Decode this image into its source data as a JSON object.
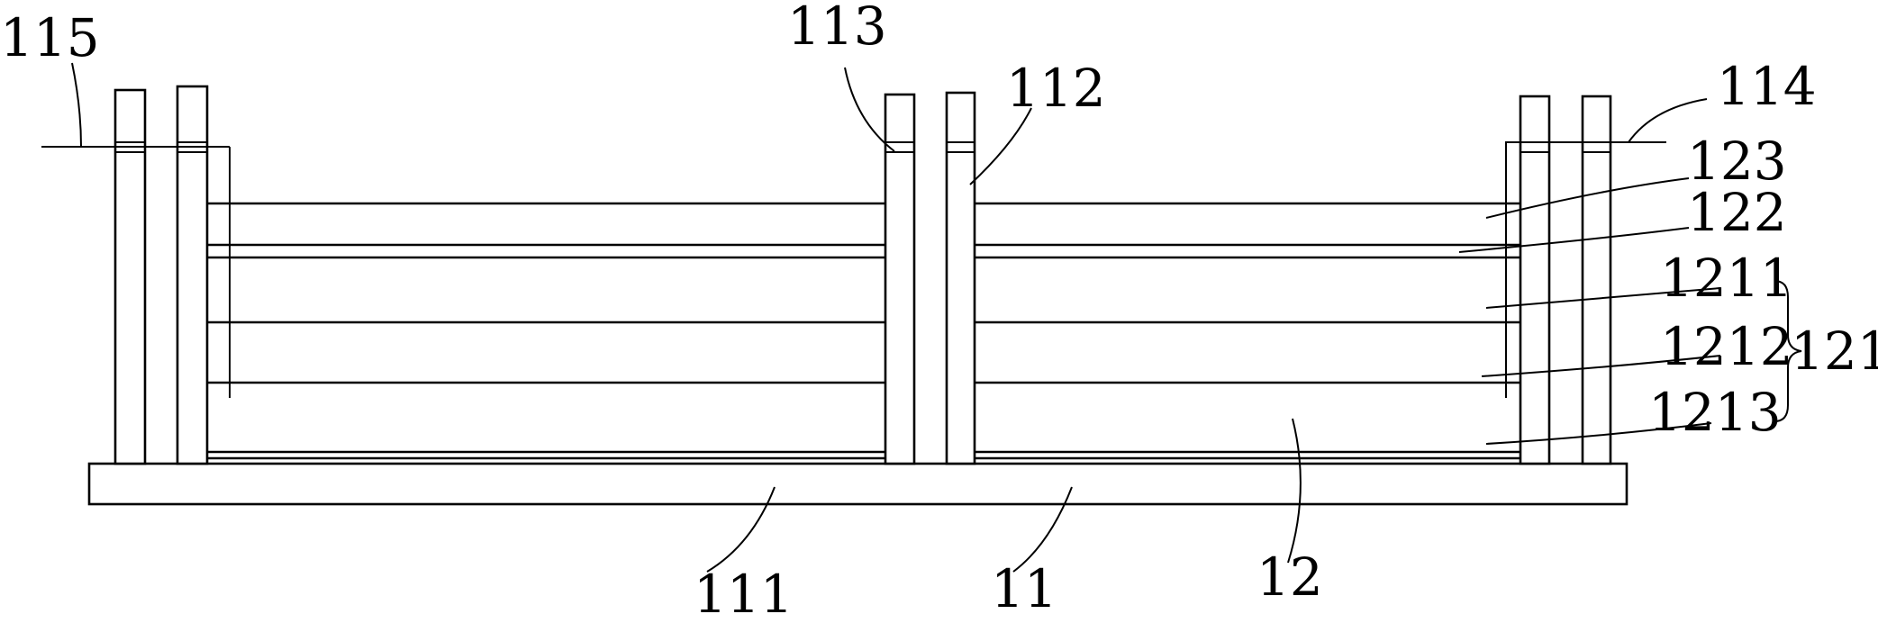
{
  "labels": {
    "l115": "115",
    "l113": "113",
    "l112": "112",
    "l114": "114",
    "l123": "123",
    "l122": "122",
    "l1211": "1211",
    "l1212": "1212",
    "l1213": "1213",
    "l121": "121",
    "l111": "111",
    "l11": "11",
    "l12": "12"
  }
}
